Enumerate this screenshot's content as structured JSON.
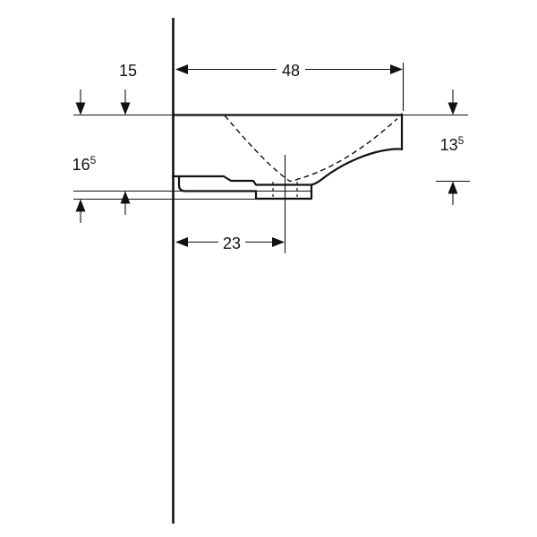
{
  "diagram": {
    "subject": "wall-mounted washbasin side elevation technical drawing",
    "background_color": "#ffffff",
    "line_color": "#111111",
    "dimensions": {
      "top_width": {
        "text": "48"
      },
      "upper_left_height": {
        "text": "15"
      },
      "left_total_height": {
        "text": "16",
        "sup": "5"
      },
      "right_height": {
        "text": "13",
        "sup": "5"
      },
      "drain_offset": {
        "text": "23"
      }
    }
  }
}
